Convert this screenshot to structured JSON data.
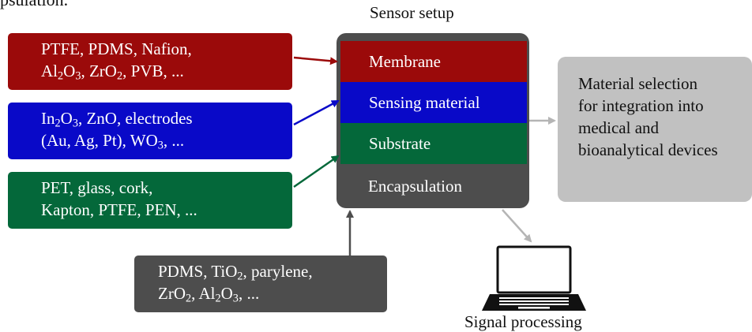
{
  "top_fragment": "psulation.",
  "sensor_setup": {
    "title": "Sensor setup",
    "layers": {
      "membrane": "Membrane",
      "sensing": "Sensing material",
      "substrate": "Substrate",
      "encapsulation": "Encapsulation"
    }
  },
  "material_boxes": {
    "membrane": {
      "color": "#9b0a0a"
    },
    "sensing": {
      "color": "#0909c8"
    },
    "substrate": {
      "color": "#04683a"
    },
    "encapsulation": {
      "color": "#4d4d4d"
    }
  },
  "selection": {
    "lines": [
      "Material selection",
      "for integration into",
      "medical and",
      "bioanalytical devices"
    ]
  },
  "signal_processing": "Signal processing",
  "icons": {
    "laptop": "laptop-icon"
  }
}
